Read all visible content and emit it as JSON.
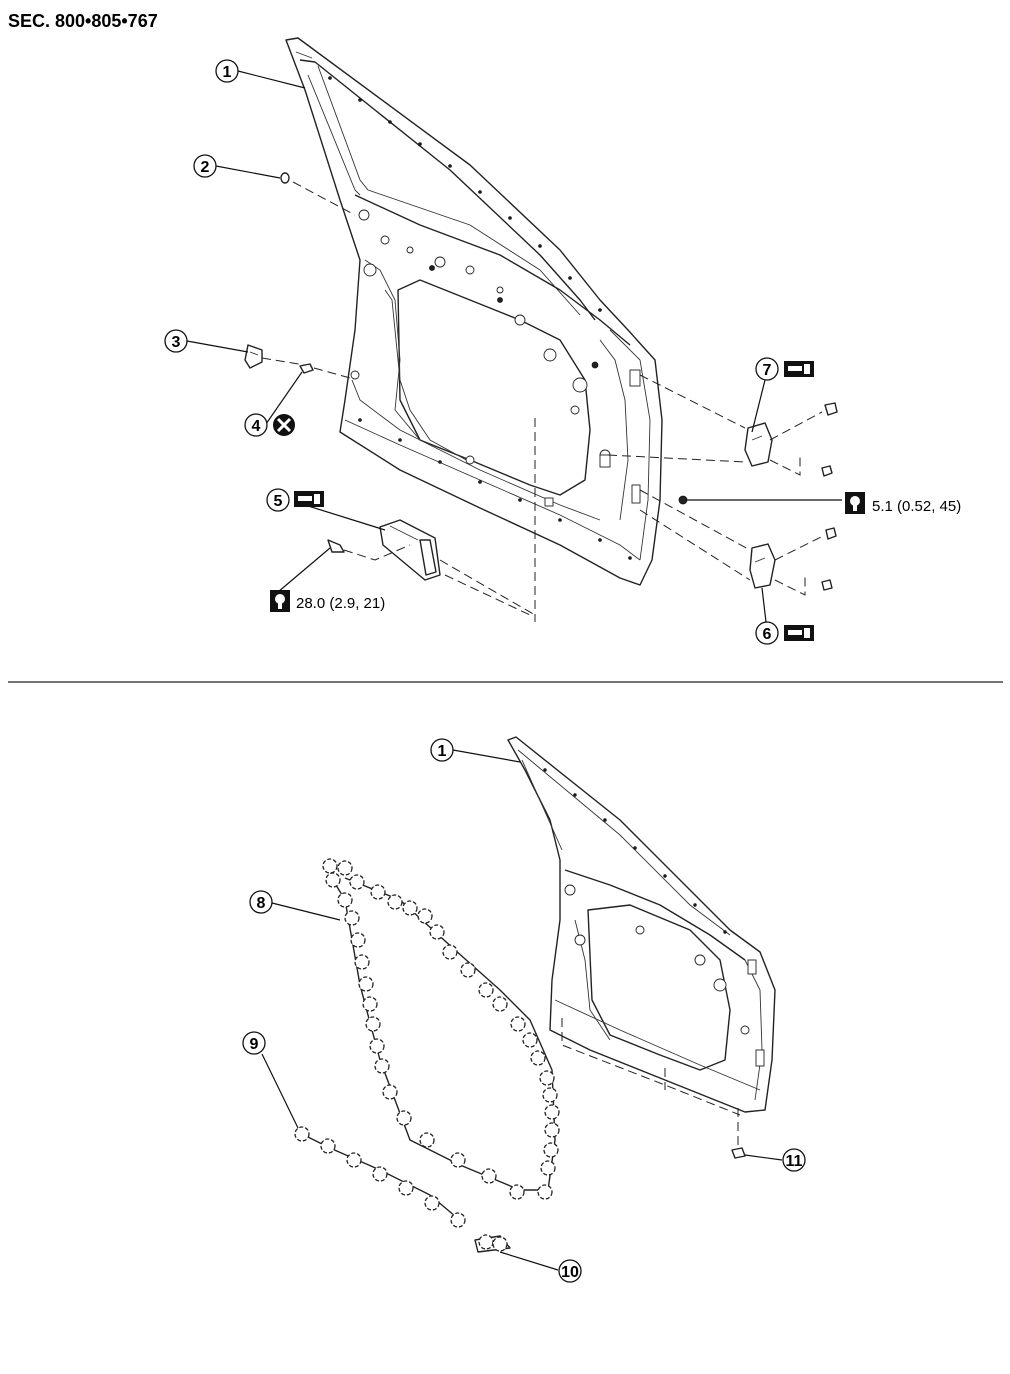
{
  "section_title": "SEC. 800•805•767",
  "callouts": {
    "c1_top": "1",
    "c2": "2",
    "c3": "3",
    "c4": "4",
    "c5": "5",
    "c6": "6",
    "c7": "7",
    "c1_bottom": "1",
    "c8": "8",
    "c9": "9",
    "c10": "10",
    "c11": "11"
  },
  "torque": {
    "hinge_bolt": "5.1 (0.52, 45)",
    "striker_bolt": "28.0 (2.9, 21)"
  },
  "symbols": {
    "do_not_reuse": "do-not-reuse-icon",
    "torque": "torque-wrench-icon",
    "body_grease": "grease-application-icon"
  }
}
